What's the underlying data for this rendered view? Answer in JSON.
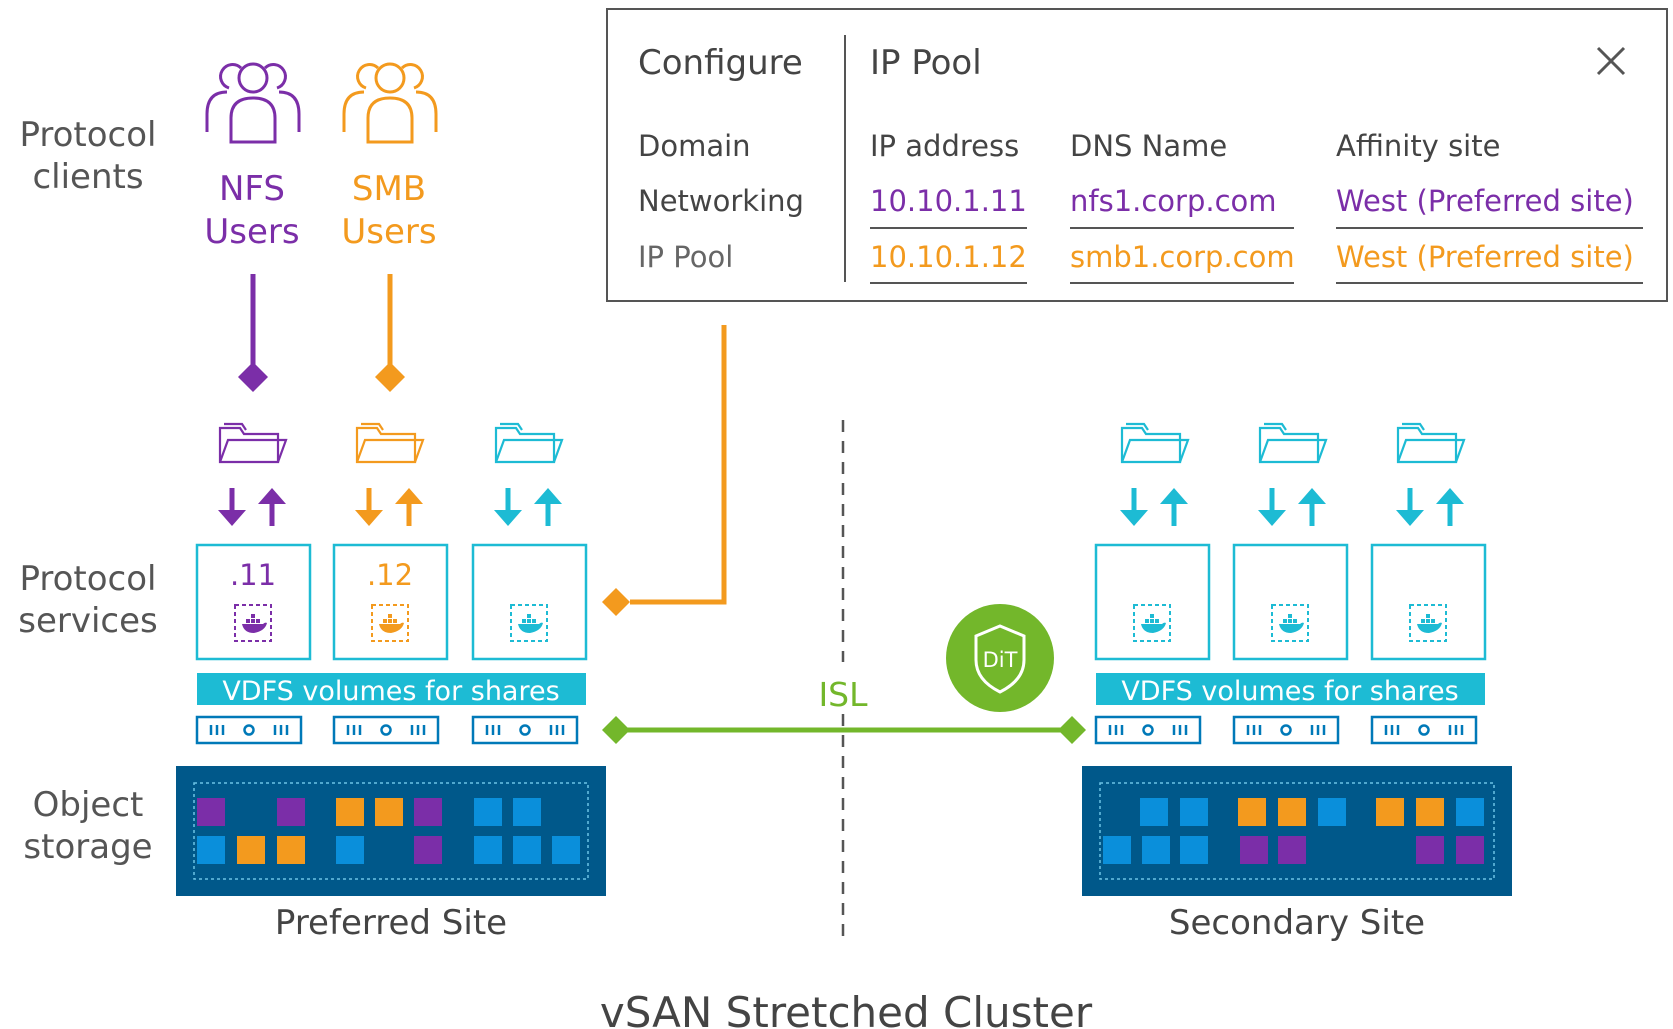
{
  "rows": {
    "clients": [
      "Protocol",
      "clients"
    ],
    "services": [
      "Protocol",
      "services"
    ],
    "storage": [
      "Object",
      "storage"
    ]
  },
  "users": {
    "nfs": [
      "NFS",
      "Users"
    ],
    "smb": [
      "SMB",
      "Users"
    ]
  },
  "panel": {
    "configure_title": "Configure",
    "section_title": "IP Pool",
    "nav": [
      "Domain",
      "Networking",
      "IP Pool"
    ],
    "columns": [
      "IP address",
      "DNS Name",
      "Affinity site"
    ],
    "rows": [
      {
        "ip": "10.10.1.11",
        "dns": "nfs1.corp.com",
        "site": "West (Preferred site)",
        "color": "#7b2ea8"
      },
      {
        "ip": "10.10.1.12",
        "dns": "smb1.corp.com",
        "site": "West (Preferred site)",
        "color": "#f39a1e"
      }
    ],
    "close_icon": "close-icon"
  },
  "services": {
    "left_labels": [
      ".11",
      ".12",
      ""
    ],
    "vdfs_label": "VDFS volumes for shares",
    "dit_badge": "DiT"
  },
  "link": {
    "isl_label": "ISL"
  },
  "sites": {
    "preferred": "Preferred Site",
    "secondary": "Secondary Site"
  },
  "cluster_title": "vSAN Stretched Cluster",
  "colors": {
    "purple": "#7b2ea8",
    "orange": "#f39a1e",
    "cyan": "#1dbbd4",
    "blue": "#0079b8",
    "navy": "#00588a",
    "green": "#73b72b",
    "gray": "#555555"
  }
}
